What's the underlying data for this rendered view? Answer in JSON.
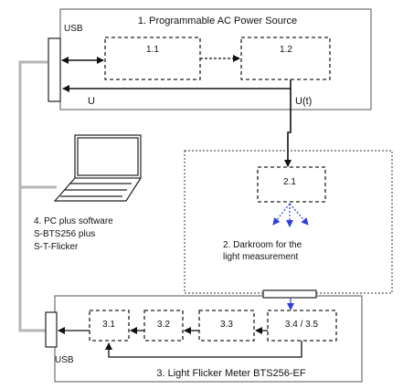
{
  "source": {
    "title": "1. Programmable AC Power Source",
    "usb_label": "USB",
    "block_a": "1.1",
    "block_b": "1.2",
    "signal_u": "U",
    "signal_ut": "U(t)"
  },
  "darkroom": {
    "block": "2.1",
    "label_line1": "2. Darkroom for the",
    "label_line2": "light measurement"
  },
  "pc": {
    "line1": "4. PC plus software",
    "line2": "S-BTS256 plus",
    "line3": "S-T-Flicker"
  },
  "meter": {
    "usb_label": "USB",
    "block_1": "3.1",
    "block_2": "3.2",
    "block_3": "3.3",
    "block_4": "3.4 / 3.5",
    "title": "3. Light Flicker Meter BTS256-EF"
  },
  "colors": {
    "line": "#111111",
    "cable": "#b5b5b5",
    "light": "#2f3fd8",
    "box": "#555555"
  }
}
